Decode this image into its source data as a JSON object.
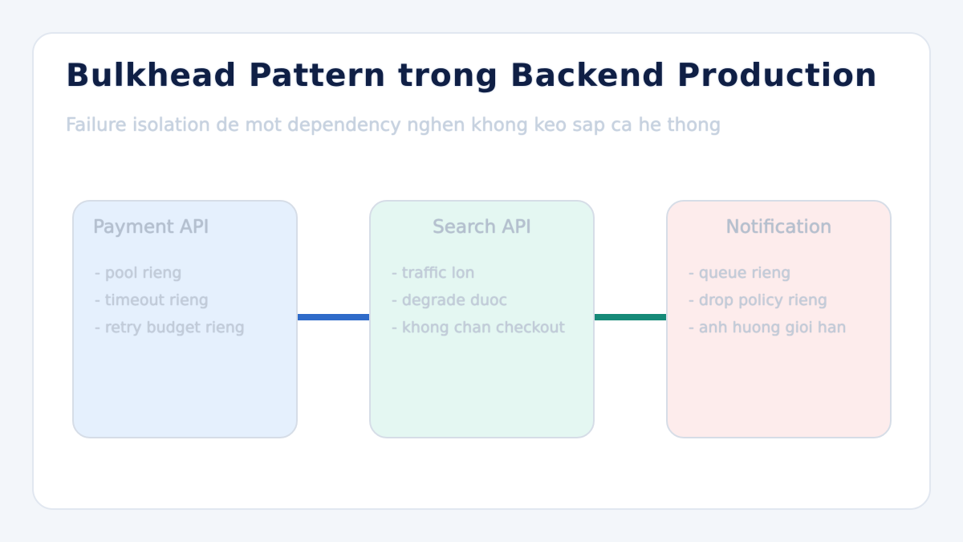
{
  "header": {
    "title": "Bulkhead Pattern trong Backend Production",
    "subtitle": "Failure isolation de mot dependency nghen khong keo sap ca he thong"
  },
  "compartments": [
    {
      "title": "Payment API",
      "items": [
        "- pool rieng",
        "- timeout rieng",
        "- retry budget rieng"
      ],
      "fill_color": "#e5f0fd"
    },
    {
      "title": "Search API",
      "items": [
        "- traffic lon",
        "- degrade duoc",
        "- khong chan checkout"
      ],
      "fill_color": "#e4f7f2"
    },
    {
      "title": "Notification",
      "items": [
        "- queue rieng",
        "- drop policy rieng",
        "- anh huong gioi han"
      ],
      "fill_color": "#fdecec"
    }
  ],
  "connectors": [
    {
      "from": "Payment API",
      "to": "Search API",
      "color": "#2f6bc9"
    },
    {
      "from": "Search API",
      "to": "Notification",
      "color": "#168a78"
    }
  ]
}
